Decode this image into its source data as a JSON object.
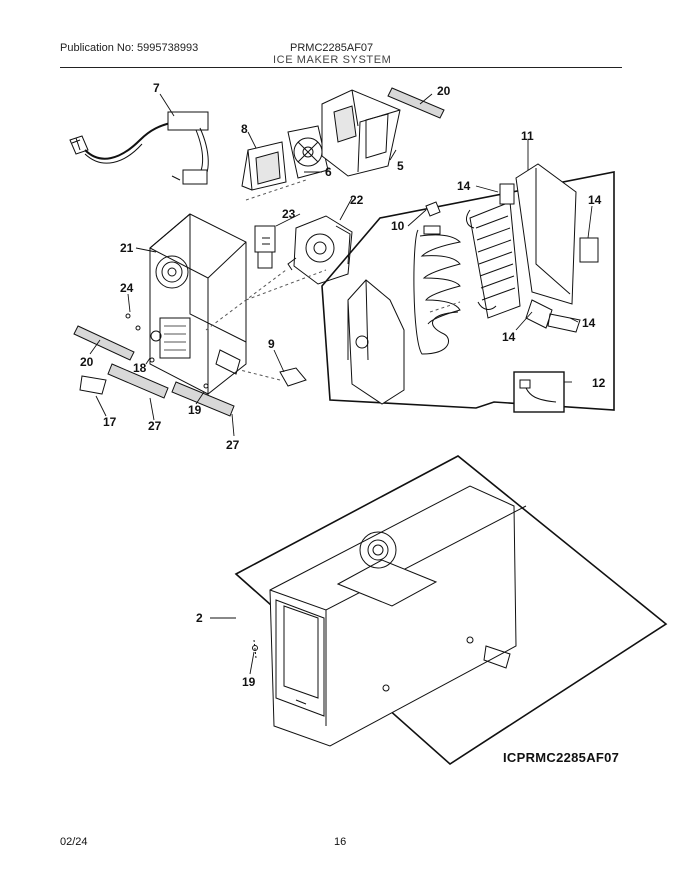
{
  "header": {
    "publication": "Publication No: 5995738993",
    "model": "PRMC2285AF07",
    "section": "ICE MAKER SYSTEM"
  },
  "callouts": [
    "7",
    "20",
    "8",
    "6",
    "5",
    "11",
    "14",
    "14",
    "23",
    "22",
    "10",
    "21",
    "24",
    "9",
    "12",
    "14",
    "14",
    "20",
    "18",
    "19",
    "17",
    "27",
    "27",
    "2",
    "19"
  ],
  "diagram_code": "ICPRMC2285AF07",
  "footer": {
    "date": "02/24",
    "page": "16"
  },
  "colors": {
    "line": "#111111",
    "fill": "#ffffff",
    "shade": "#d8d8d8"
  }
}
